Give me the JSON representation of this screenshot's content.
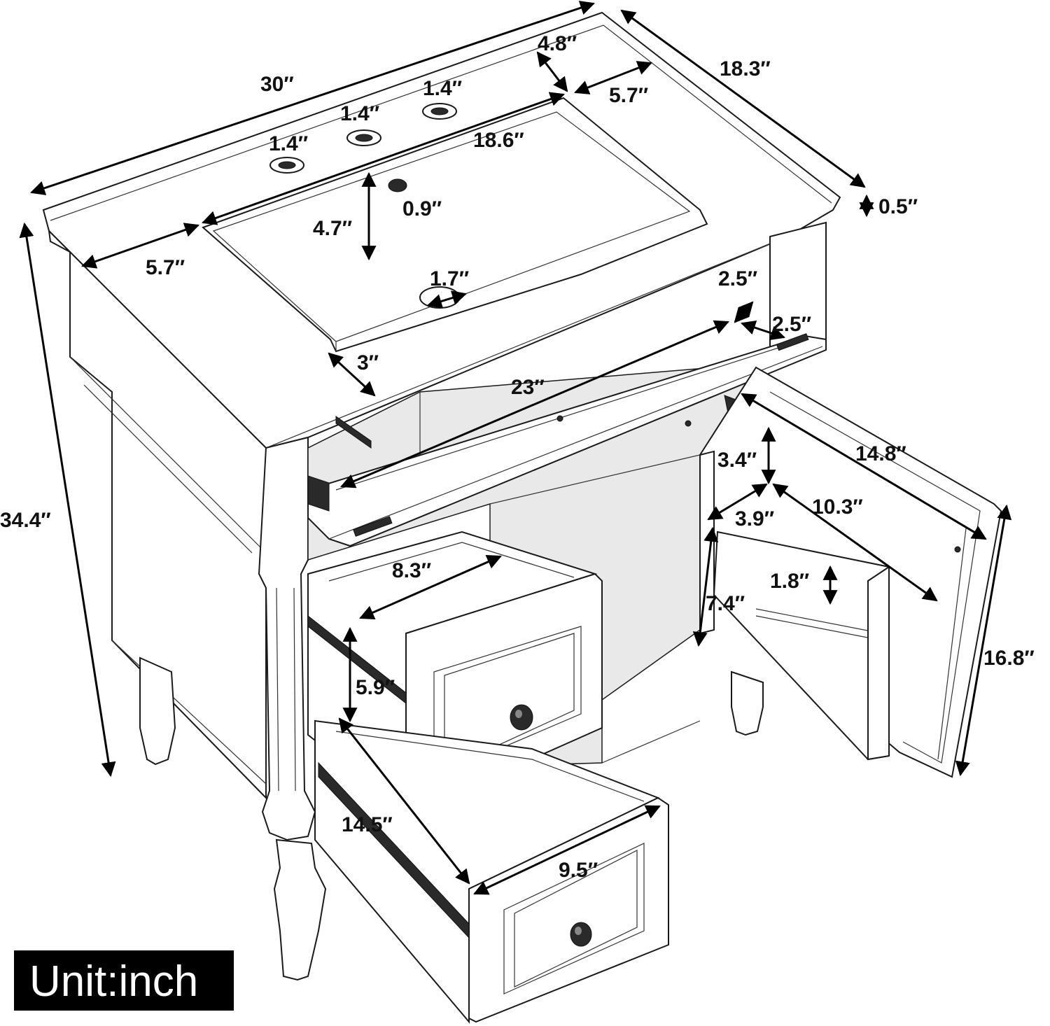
{
  "diagram": {
    "unit_label": "Unit:inch",
    "dimensions": {
      "width": "30″",
      "depth": "18.3″",
      "height": "34.4″",
      "top_thickness": "0.5″",
      "faucet_hole_left": "1.4″",
      "faucet_hole_mid": "1.4″",
      "faucet_hole_right": "1.4″",
      "basin_back_margin": "4.8″",
      "basin_right_margin": "5.7″",
      "basin_width": "18.6″",
      "basin_left_margin": "5.7″",
      "overflow_hole": "0.9″",
      "basin_depth": "4.7″",
      "drain_hole": "1.7″",
      "basin_front_margin": "3″",
      "top_drawer_height": "2.5″",
      "top_drawer_depth": "2.5″",
      "top_drawer_width": "23″",
      "door_shelf_top_gap": "3.4″",
      "door_width": "14.8″",
      "door_shelf_depth": "3.9″",
      "door_shelf_width": "10.3″",
      "door_shelf_lip": "1.8″",
      "door_shelf_height": "7.4″",
      "door_height": "16.8″",
      "drawer_interior_width": "8.3″",
      "drawer_interior_height": "5.9″",
      "drawer_depth": "14.5″",
      "lower_drawer_width": "9.5″"
    }
  }
}
